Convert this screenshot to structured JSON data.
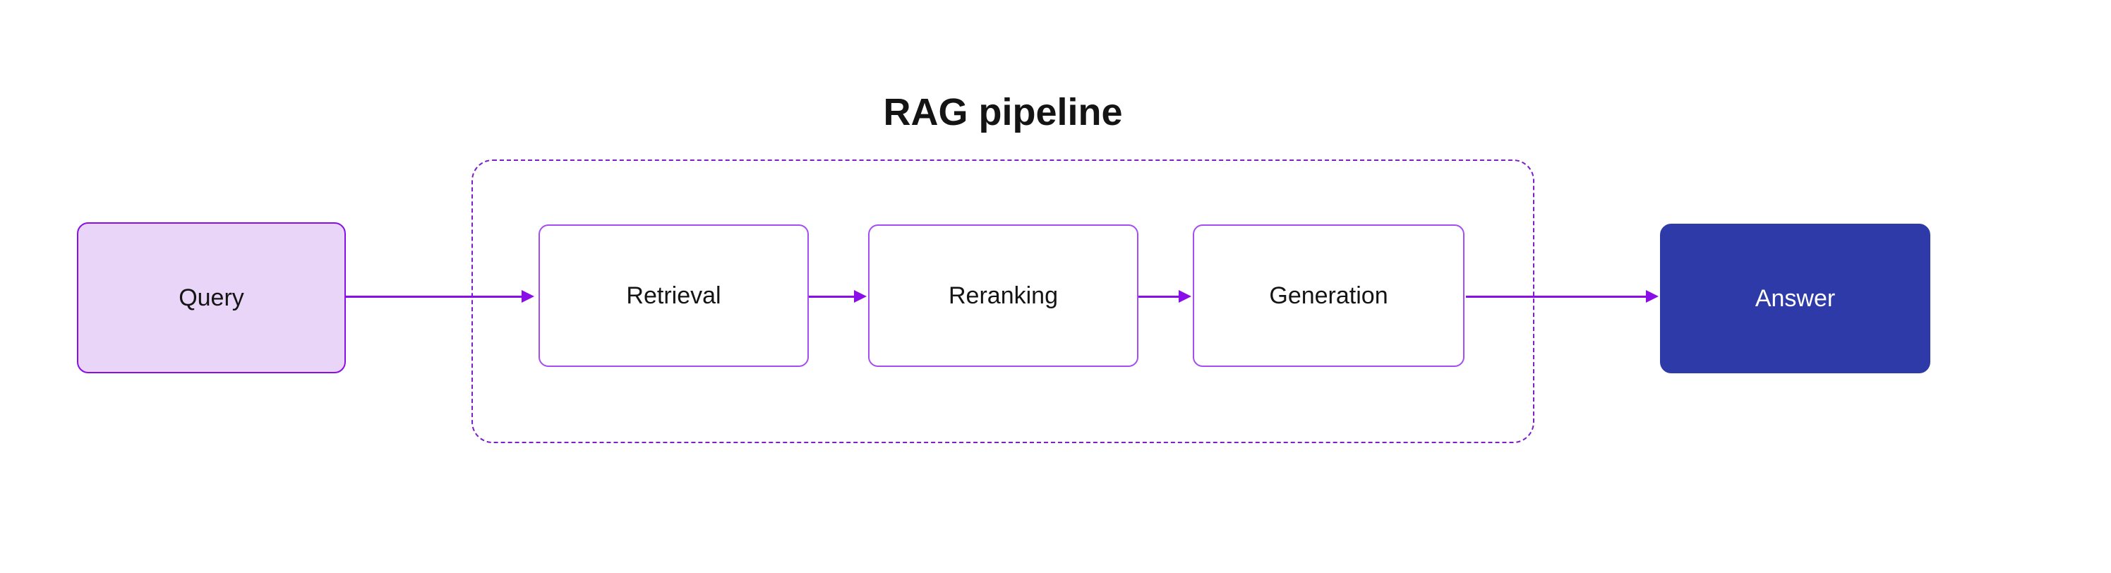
{
  "diagram": {
    "title": "RAG pipeline",
    "nodes": [
      {
        "id": "query",
        "label": "Query"
      },
      {
        "id": "retrieval",
        "label": "Retrieval"
      },
      {
        "id": "reranking",
        "label": "Reranking"
      },
      {
        "id": "generation",
        "label": "Generation"
      },
      {
        "id": "answer",
        "label": "Answer"
      }
    ],
    "arrows": [
      {
        "from": "query",
        "to": "retrieval"
      },
      {
        "from": "retrieval",
        "to": "reranking"
      },
      {
        "from": "reranking",
        "to": "generation"
      },
      {
        "from": "generation",
        "to": "answer"
      }
    ],
    "colors": {
      "accent": "#8A0EE8",
      "node_border": "#A44DF2",
      "group_border": "#7B1FC9",
      "query_fill": "#E8D5F7",
      "answer_fill": "#2E3AA7",
      "answer_text": "#FFFFFF",
      "text": "#141414",
      "background": "#FFFFFF"
    }
  }
}
